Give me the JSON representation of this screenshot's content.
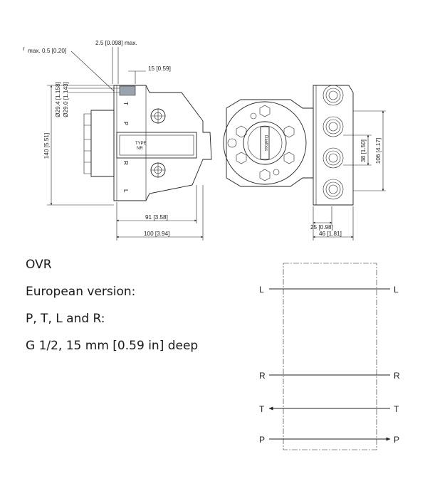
{
  "drawing": {
    "dimensions": {
      "r_max_main": "r",
      "r_max_sub": "max. 0.5 [0.20]",
      "chamfer": "2.5 [0.098] max.",
      "flange_depth": "15 [0.59]",
      "dia_outer": "Ø29.4 [1.158]",
      "dia_inner": "Ø29.0 [1.143]",
      "height": "140 [5.51]",
      "length_91": "91 [3.58]",
      "length_100": "100 [3.94]",
      "port_pitch": "38 [1.50]",
      "port_span": "106 [4.17]",
      "offset_25": "25 [0.98]",
      "width_46": "46 [1.81]"
    },
    "body_letters": [
      "T",
      "P",
      "R",
      "L"
    ],
    "nameplate": [
      "TYPE",
      "NR"
    ],
    "flange_text": "Danfoss"
  },
  "spec": {
    "model": "OVR",
    "version": "European version:",
    "ports": "P, T, L and R:",
    "thread": "G 1/2, 15 mm [0.59 in] deep"
  },
  "schematic": {
    "ports": [
      "L",
      "R",
      "T",
      "P"
    ]
  }
}
